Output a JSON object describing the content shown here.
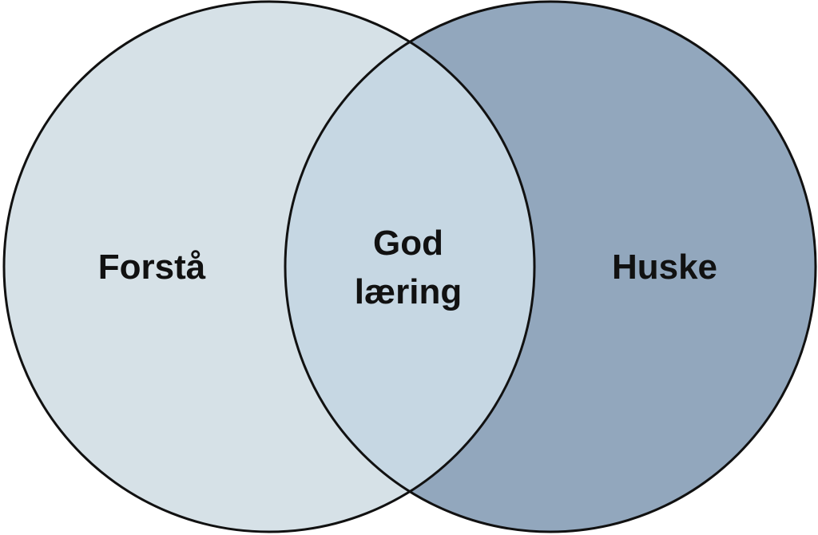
{
  "diagram": {
    "type": "venn",
    "sets": [
      {
        "label": "Forstå",
        "color": "#d6e1e7"
      },
      {
        "label": "Huske",
        "color": "#92a7bd"
      }
    ],
    "intersection": {
      "label_lines": [
        "God",
        "læring"
      ],
      "color": "#c6d7e3"
    },
    "outline_color": "#111111"
  }
}
